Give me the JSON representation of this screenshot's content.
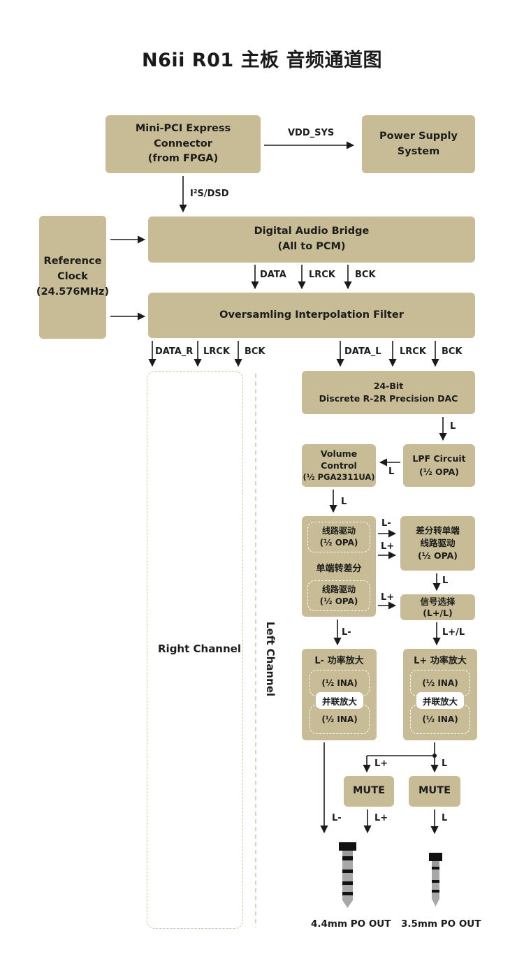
{
  "title": "N6ii R01 主板  音频通道图",
  "blocks": {
    "mini_pci": [
      "Mini-PCI Express Connector",
      "(from FPGA)"
    ],
    "power_supply": [
      "Power Supply",
      "System"
    ],
    "reference_clock": [
      "Reference",
      "Clock",
      "(24.576MHz)"
    ],
    "digital_audio_bridge": [
      "Digital Audio Bridge",
      "(All to PCM)"
    ],
    "oversampling_filter": "Oversamling Interpolation Filter",
    "dac": [
      "24-Bit",
      "Discrete R-2R Precision DAC"
    ],
    "lpf": [
      "LPF Circuit",
      "(½ OPA)"
    ],
    "volume": [
      "Volume",
      "Control",
      "(½ PGA2311UA)"
    ],
    "single_to_diff": {
      "label": "单端转差分",
      "driver_top": [
        "线路驱动",
        "(½ OPA)"
      ],
      "driver_bottom": [
        "线路驱动",
        "(½ OPA)"
      ]
    },
    "diff_to_single": [
      "差分转单端",
      "线路驱动",
      "(½ OPA)"
    ],
    "signal_select": [
      "信号选择",
      "(L+/L)"
    ],
    "amp_left": {
      "title": "L- 功率放大",
      "ina_top": "(½ INA)",
      "parallel": "并联放大",
      "ina_bottom": "(½ INA)"
    },
    "amp_right": {
      "title": "L+ 功率放大",
      "ina_top": "(½ INA)",
      "parallel": "并联放大",
      "ina_bottom": "(½ INA)"
    },
    "mute_left": "MUTE",
    "mute_right": "MUTE"
  },
  "signals": {
    "vdd_sys": "VDD_SYS",
    "i2s_dsd": "I²S/DSD",
    "data": "DATA",
    "lrck": "LRCK",
    "bck": "BCK",
    "data_r": "DATA_R",
    "lrck_r": "LRCK",
    "bck_r": "BCK",
    "data_l": "DATA_L",
    "lrck_l": "LRCK",
    "bck_l": "BCK",
    "dac_lpf": "L",
    "lpf_vol": "L",
    "vol_out": "L",
    "l_minus": "L-",
    "l_plus_1": "L+",
    "l_plus_2": "L+",
    "diff_out": "L",
    "amp_l_in": "L-",
    "amp_r_in": "L+/L",
    "split_lplus": "L+",
    "split_l": "L",
    "out_lminus": "L-",
    "out_lplus": "L+",
    "out_l": "L"
  },
  "channels": {
    "right": "Right Channel",
    "left": "Left Channel"
  },
  "outputs": {
    "po_44": "4.4mm PO OUT",
    "po_35": "3.5mm PO OUT"
  }
}
